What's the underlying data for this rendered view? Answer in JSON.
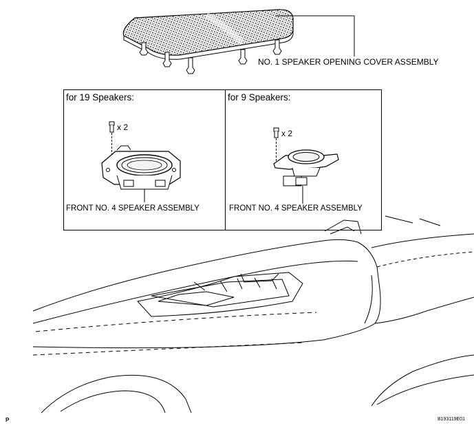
{
  "callouts": {
    "cover": "NO. 1 SPEAKER OPENING COVER ASSEMBLY"
  },
  "panels": [
    {
      "title": "for 19 Speakers:",
      "quantity": "x 2",
      "part": "FRONT NO. 4 SPEAKER ASSEMBLY"
    },
    {
      "title": "for 9 Speakers:",
      "quantity": "x 2",
      "part": "FRONT NO. 4 SPEAKER ASSEMBLY"
    }
  ],
  "footer": {
    "left_mark": "P",
    "figure_code": "B193119E01"
  }
}
